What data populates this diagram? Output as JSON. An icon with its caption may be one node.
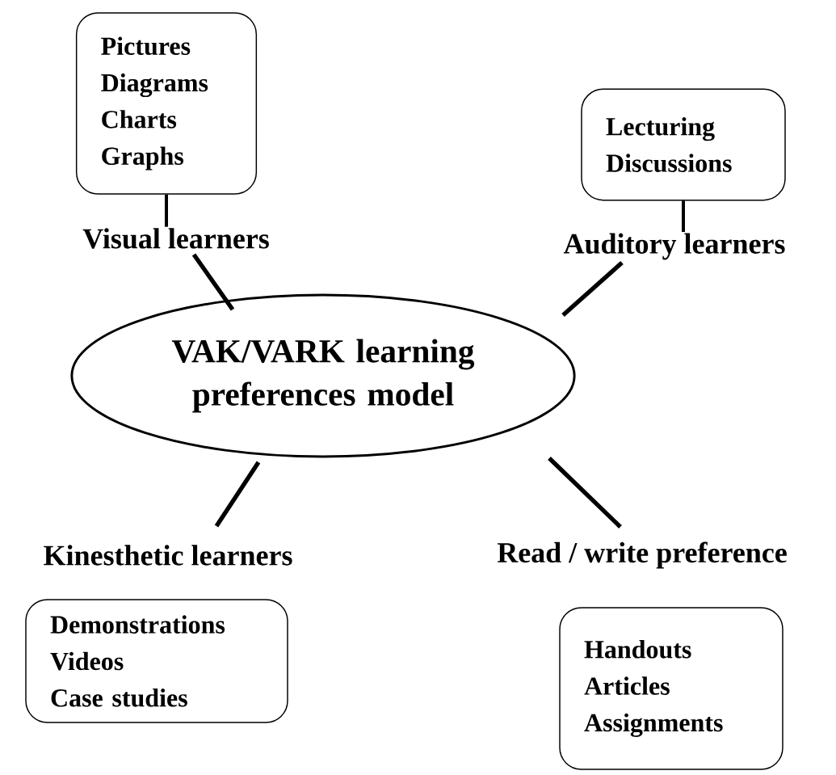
{
  "diagram": {
    "nodes": [
      {
        "text": [
          "VAK/VARK learning preferences model"
        ]
      },
      {
        "text": [
          "Pictures",
          "Diagrams",
          "Charts",
          "Graphs"
        ]
      },
      {
        "text": [
          "Visual learners"
        ]
      },
      {
        "text": [
          "Lecturing",
          "Discussions"
        ]
      },
      {
        "text": [
          "Auditory learners"
        ]
      },
      {
        "text": [
          "Kinesthetic learners"
        ]
      },
      {
        "text": [
          "Read / write preference"
        ]
      },
      {
        "text": [
          "Demonstrations",
          "Videos",
          "Case studies"
        ]
      },
      {
        "text": [
          "Handouts",
          "Articles",
          "Assignments"
        ]
      }
    ],
    "edges": [
      {
        "from": 1,
        "to": 2,
        "arrow": "none"
      },
      {
        "from": 3,
        "to": 4,
        "arrow": "none"
      },
      {
        "from": 0,
        "to": 2,
        "arrow": "none"
      },
      {
        "from": 0,
        "to": 4,
        "arrow": "none"
      },
      {
        "from": 0,
        "to": 5,
        "arrow": "none"
      },
      {
        "from": 0,
        "to": 6,
        "arrow": "none"
      }
    ]
  }
}
